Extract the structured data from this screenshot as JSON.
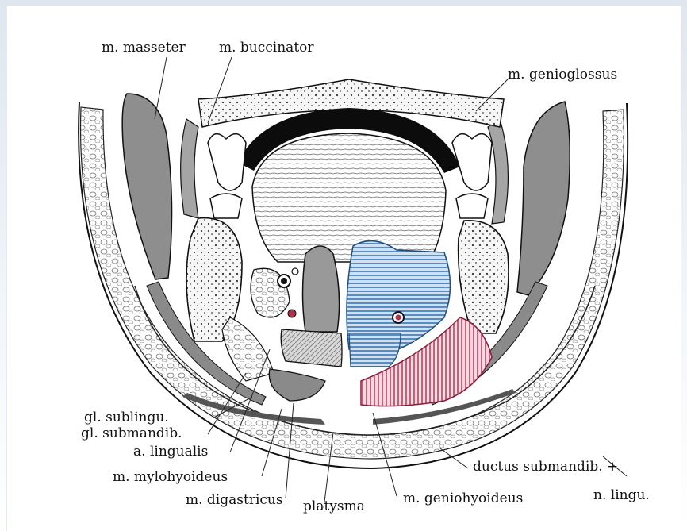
{
  "labels": {
    "masseter": "m. masseter",
    "buccinator": "m. buccinator",
    "genioglossus": "m. genioglossus",
    "sublingu": "gl. sublingu.",
    "submandib": "gl. submandib.",
    "lingualis": "a. lingualis",
    "mylohyoideus": "m. mylohyoideus",
    "digastricus": "m. digastricus",
    "platysma": "platysma",
    "geniohyoideus": "m. geniohyoideus",
    "ductus": "ductus submandib. +",
    "n_lingu": "n. lingu."
  },
  "colors": {
    "genioglossus_hatch": "#3b78b5",
    "geniohyoideus_hatch": "#b03050",
    "ink": "#111111"
  }
}
